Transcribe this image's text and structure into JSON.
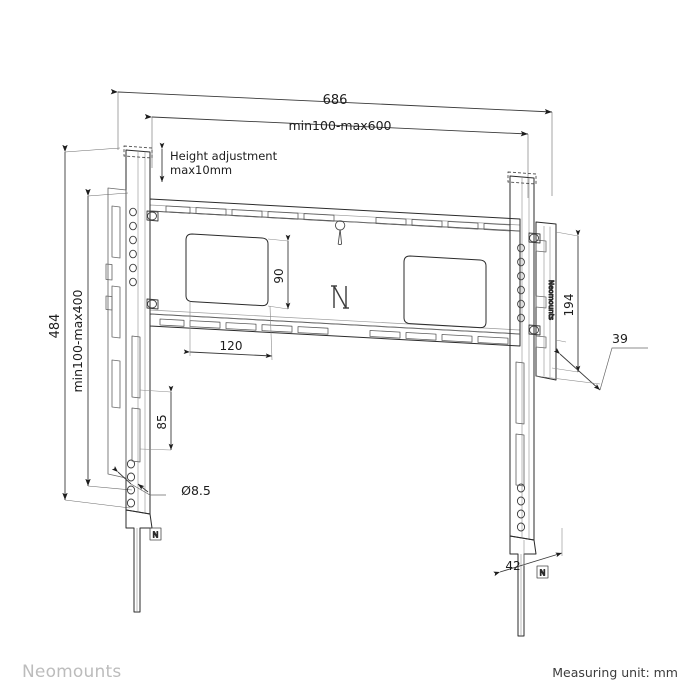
{
  "drawing": {
    "title": "Neomounts flat TV wall mount - dimensioned technical drawing",
    "line_color": "#2b2b2b",
    "thin_line_color": "#6a6a6a",
    "background": "#ffffff",
    "product_logo_text": "N",
    "plate_brand_text": "Neomounts"
  },
  "dimensions": {
    "overall_width": "686",
    "horizontal_range": "min100-max600",
    "overall_height": "484",
    "vertical_range": "min100-max400",
    "plate_hole_vertical": "90",
    "plate_hole_horizontal": "120",
    "bracket_slot_height": "85",
    "depth_main": "194",
    "depth_offset": "39",
    "depth_bottom": "42",
    "hole_diameter": "Ø8.5"
  },
  "annotations": {
    "height_adjustment_line1": "Height adjustment",
    "height_adjustment_line2": "max10mm"
  },
  "footer": {
    "brand": "Neomounts",
    "measuring_unit": "Measuring unit: mm"
  }
}
